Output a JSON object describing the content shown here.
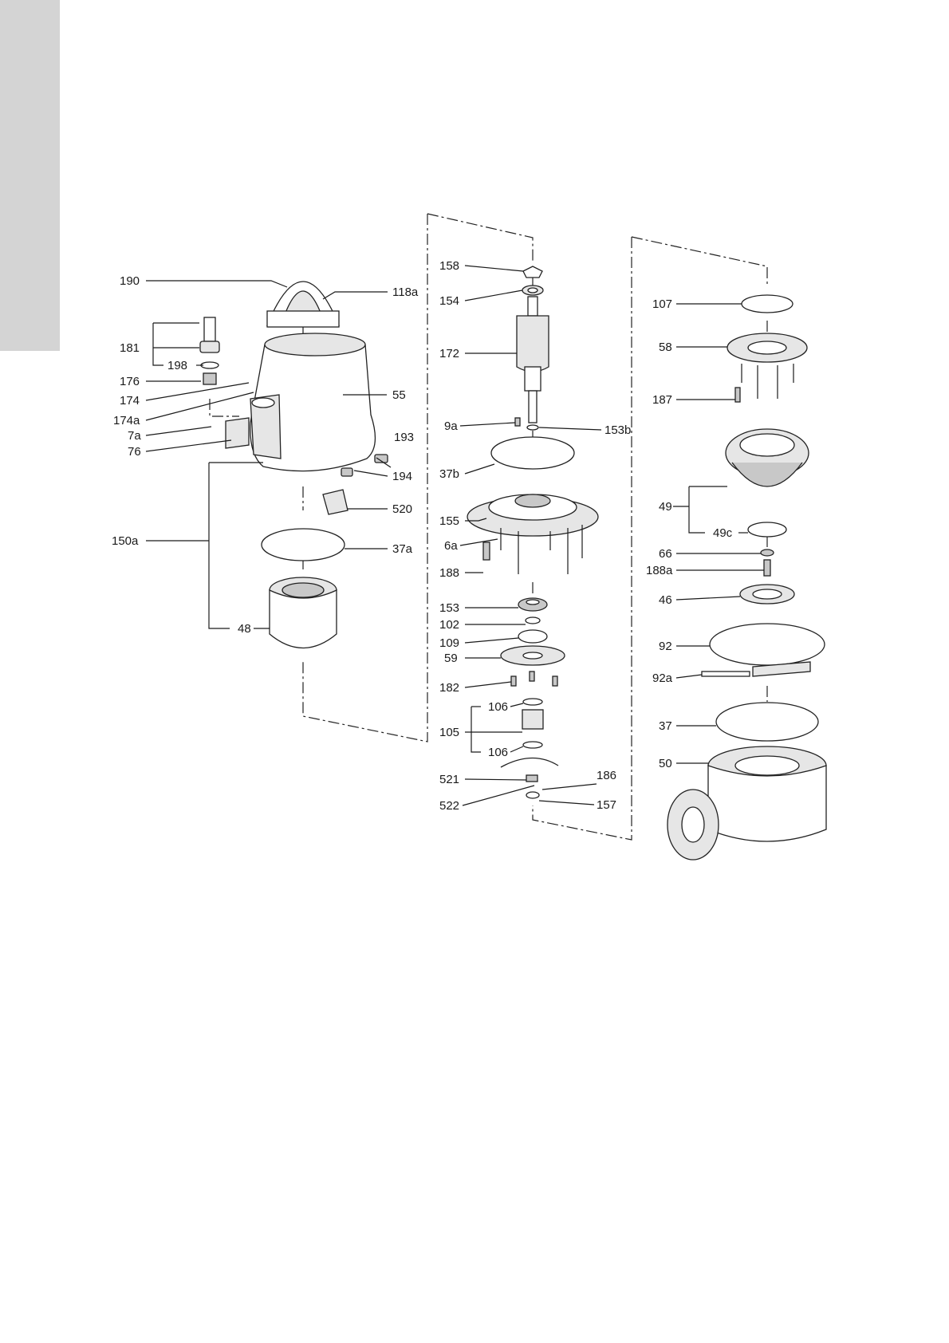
{
  "diagram": {
    "part_numbers": [
      "190",
      "118a",
      "181",
      "198",
      "176",
      "174",
      "174a",
      "7a",
      "76",
      "55",
      "193",
      "194",
      "520",
      "150a",
      "37a",
      "48",
      "158",
      "154",
      "172",
      "9a",
      "153b",
      "37b",
      "155",
      "6a",
      "188",
      "153",
      "102",
      "109",
      "59",
      "182",
      "106",
      "105",
      "106",
      "521",
      "186",
      "522",
      "157",
      "107",
      "58",
      "187",
      "49",
      "49c",
      "66",
      "188a",
      "46",
      "92",
      "92a",
      "37",
      "50"
    ]
  }
}
